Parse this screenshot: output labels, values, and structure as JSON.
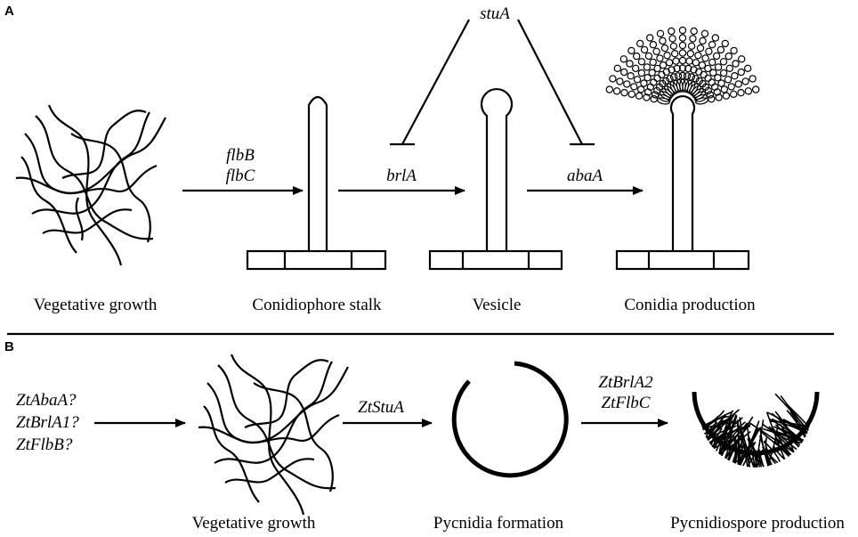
{
  "panelA": {
    "letter": "A",
    "regulator": "stuA",
    "arrows": [
      {
        "genes": [
          "flbB",
          "flbC"
        ]
      },
      {
        "genes": [
          "brlA"
        ]
      },
      {
        "genes": [
          "abaA"
        ]
      }
    ],
    "stages": [
      "Vegetative growth",
      "Conidiophore stalk",
      "Vesicle",
      "Conidia production"
    ]
  },
  "panelB": {
    "letter": "B",
    "candidates": [
      "ZtAbaA?",
      "ZtBrlA1?",
      "ZtFlbB?"
    ],
    "arrows": [
      {
        "genes": [
          "ZtStuA"
        ]
      },
      {
        "genes": [
          "ZtBrlA2",
          "ZtFlbC"
        ]
      }
    ],
    "stages": [
      "Vegetative growth",
      "Pycnidia formation",
      "Pycnidiospore production"
    ]
  },
  "colors": {
    "ink": "#000000",
    "background": "#ffffff"
  }
}
